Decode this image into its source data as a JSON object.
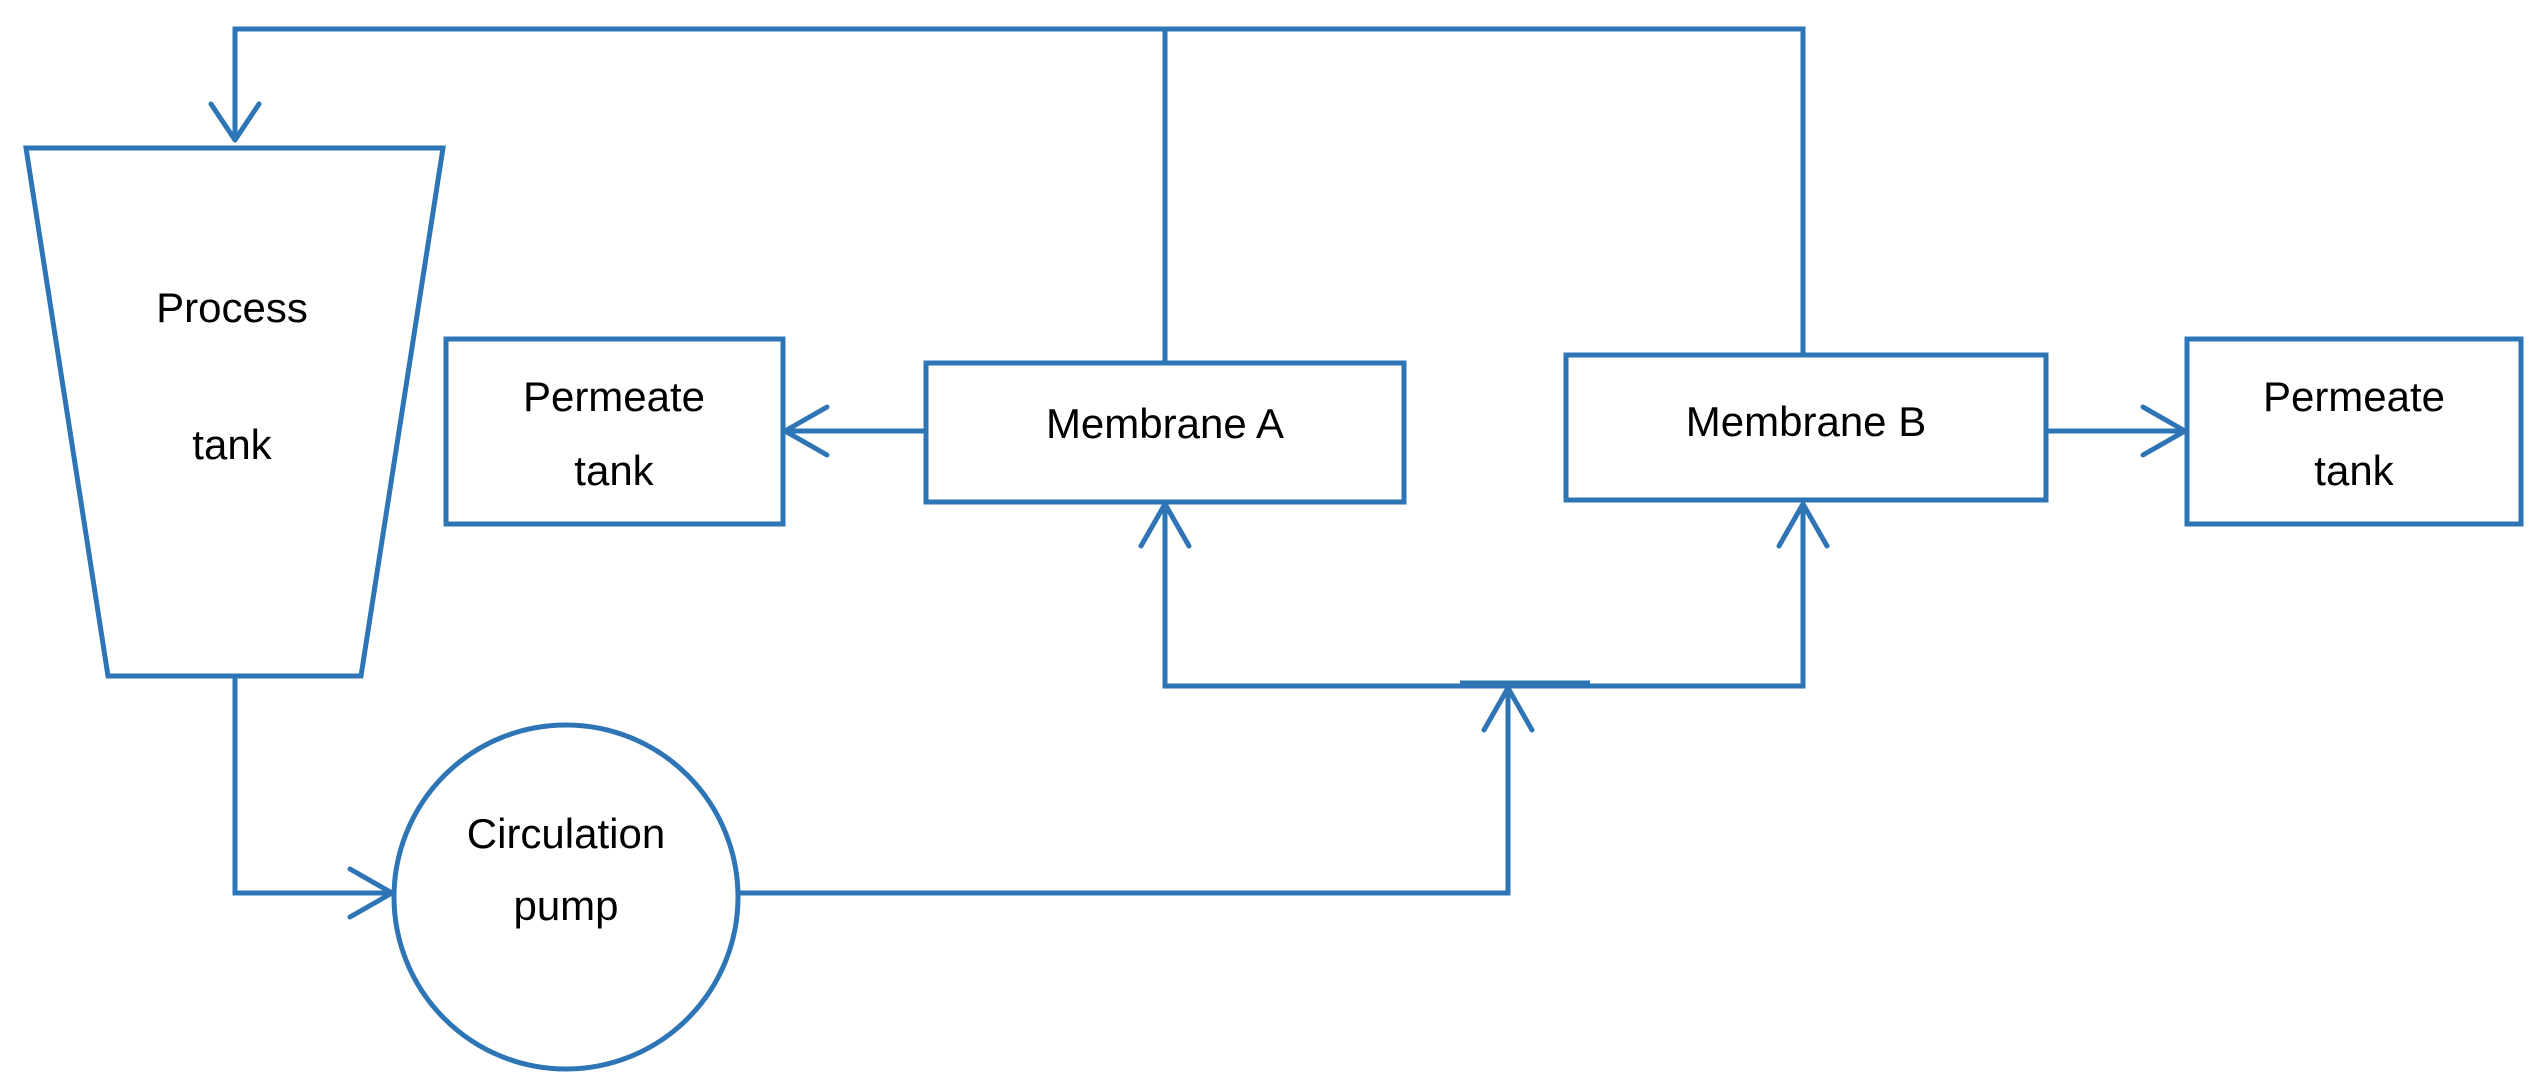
{
  "colors": {
    "line": "#2e75b6",
    "text": "#000000",
    "background": "#ffffff"
  },
  "nodes": {
    "process_tank": {
      "line1": "Process",
      "line2": "tank"
    },
    "permeate_tank_left": {
      "line1": "Permeate",
      "line2": "tank"
    },
    "membrane_a": {
      "label": "Membrane A"
    },
    "membrane_b": {
      "label": "Membrane B"
    },
    "permeate_tank_right": {
      "line1": "Permeate",
      "line2": "tank"
    },
    "circulation_pump": {
      "line1": "Circulation",
      "line2": "pump"
    }
  }
}
